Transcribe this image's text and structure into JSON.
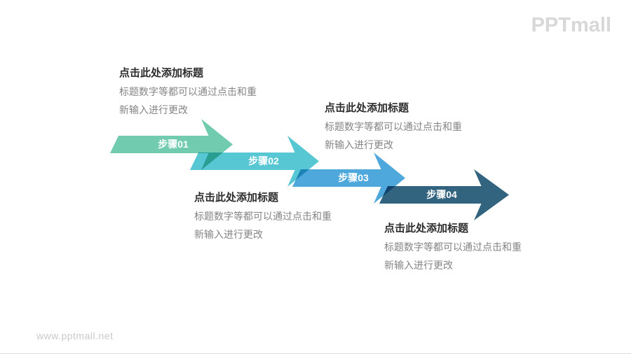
{
  "logo": {
    "text": "PPTmall"
  },
  "watermark": {
    "text": "www.pptmall.net"
  },
  "steps": [
    {
      "label": "步骤01",
      "color": "#71CBAE"
    },
    {
      "label": "步骤02",
      "color": "#58C7D4"
    },
    {
      "label": "步骤03",
      "color": "#4FA8DB"
    },
    {
      "label": "步骤04",
      "color": "#33647F"
    }
  ],
  "text_blocks": [
    {
      "title": "点击此处添加标题",
      "body_line1": "标题数字等都可以通过点击和重",
      "body_line2": "新输入进行更改"
    },
    {
      "title": "点击此处添加标题",
      "body_line1": "标题数字等都可以通过点击和重",
      "body_line2": "新输入进行更改"
    },
    {
      "title": "点击此处添加标题",
      "body_line1": "标题数字等都可以通过点击和重",
      "body_line2": "新输入进行更改"
    },
    {
      "title": "点击此处添加标题",
      "body_line1": "标题数字等都可以通过点击和重",
      "body_line2": "新输入进行更改"
    }
  ]
}
